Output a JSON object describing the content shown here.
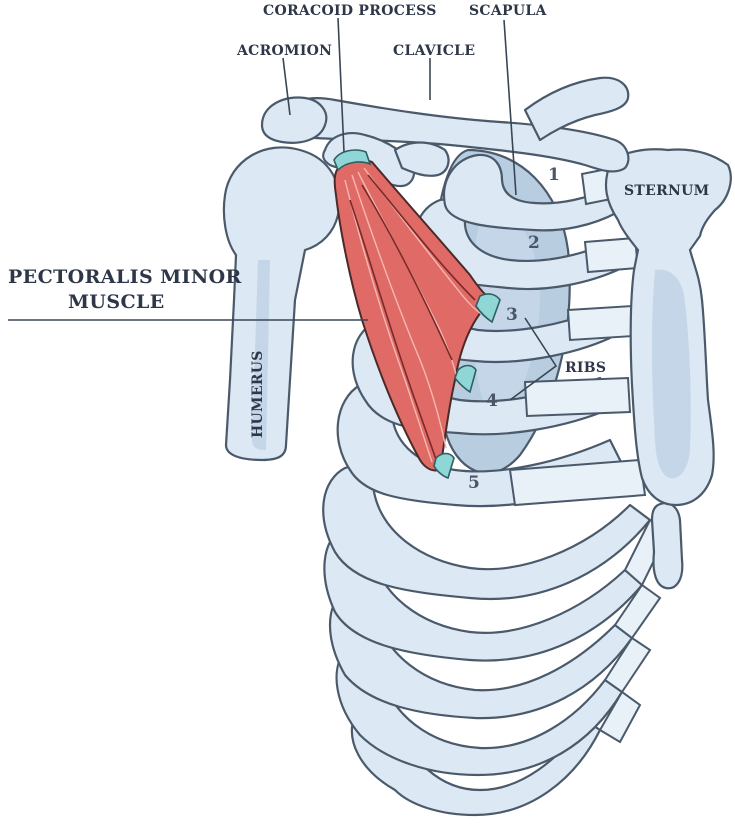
{
  "labels": {
    "coracoid_process": "CORACOID PROCESS",
    "scapula": "SCAPULA",
    "acromion": "ACROMION",
    "clavicle": "CLAVICLE",
    "sternum": "STERNUM",
    "muscle_line1": "PECTORALIS MINOR",
    "muscle_line2": "MUSCLE",
    "ribs": "RIBS",
    "humerus": "HUMERUS"
  },
  "rib_numbers": [
    "1",
    "2",
    "3",
    "4",
    "5"
  ],
  "colors": {
    "bone": "#dce8f3",
    "bone_outline": "#4a5a6b",
    "muscle": "#e06a66",
    "tendon": "#8fd6d6",
    "label_text": "#2d3748"
  }
}
